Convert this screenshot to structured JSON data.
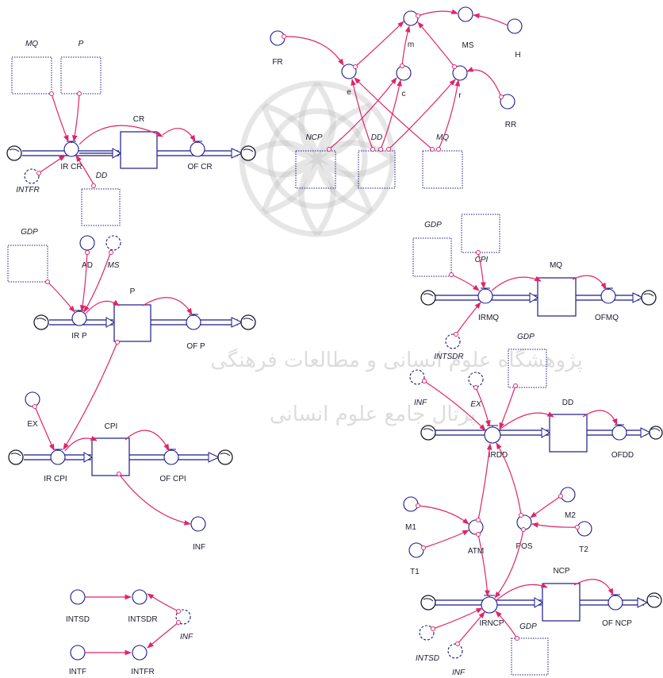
{
  "colors": {
    "link": "#e0246a",
    "structure": "#1a1a8a",
    "text": "#1a1a2e",
    "watermark": "#c0c0c0"
  },
  "icons": {
    "source_sink": "cloud-icon",
    "flow_valve": "valve-icon",
    "watermark": "seal-watermark"
  },
  "watermark": {
    "line1": "پژوهشگاه علوم انسانی و مطالعات فرهنگی",
    "line2": "پرتال جامع علوم انسانی"
  },
  "stocks": {
    "cr": "CR",
    "p": "P",
    "cpi": "CPI",
    "mq": "MQ",
    "dd": "DD",
    "ncp": "NCP"
  },
  "flows": {
    "ir_cr": "IR CR",
    "of_cr": "OF CR",
    "ir_p": "IR P",
    "of_p": "OF P",
    "ir_cpi": "IR CPI",
    "of_cpi": "OF CPI",
    "irmq": "IRMQ",
    "ofmq": "OFMQ",
    "irdd": "IRDD",
    "ofdd": "OFDD",
    "irncp": "IRNCP",
    "of_ncp": "OF NCP"
  },
  "shadows": {
    "mq_cr": "MQ",
    "p_cr": "P",
    "dd_cr": "DD",
    "gdp_p": "GDP",
    "ncp_top": "NCP",
    "dd_top": "DD",
    "mq_top": "MQ",
    "gdp_mq": "GDP",
    "cpi_mq": "CPI",
    "gdp_dd": "GDP",
    "gdp_ncp": "GDP"
  },
  "auxiliaries": {
    "intfr": "INTFR",
    "ad": "AD",
    "ms_p": "MS",
    "ex_cpi": "EX",
    "inf_cpi": "INF",
    "intsd": "INTSD",
    "intsdr": "INTSDR",
    "inf_bottom": "INF",
    "intf": "INTF",
    "intfr_bottom": "INTFR",
    "fr": "FR",
    "e": "e",
    "m": "m",
    "c": "c",
    "r": "r",
    "ms_top": "MS",
    "h": "H",
    "rr": "RR",
    "intsdr_mq": "INTSDR",
    "inf_dd": "INF",
    "ex_dd": "EX",
    "m1": "M1",
    "atm": "ATM",
    "t1": "T1",
    "pos": "POS",
    "m2": "M2",
    "t2": "T2",
    "intsd_ncp": "INTSD",
    "inf_ncp": "INF"
  }
}
